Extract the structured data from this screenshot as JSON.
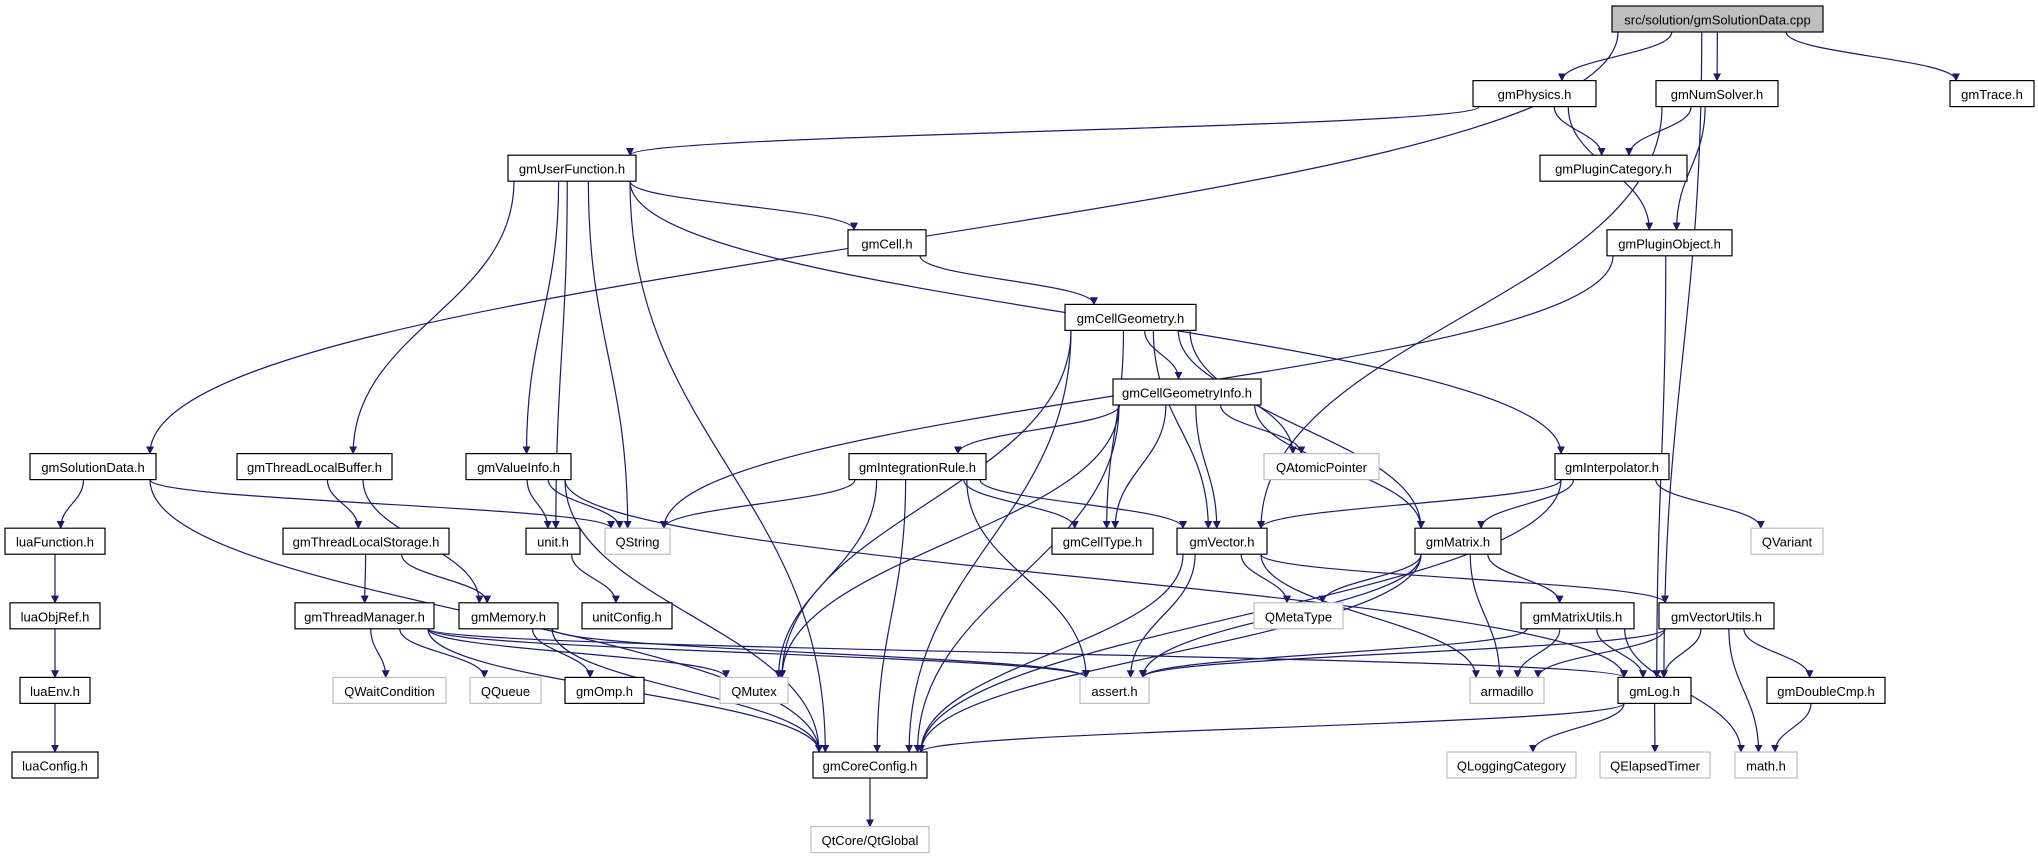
{
  "graph": {
    "edge_color": "#191970",
    "external_border_color": "#bfbfbf",
    "root_fill_color": "#bfbfbf",
    "nodes": [
      {
        "label": "src/solution/gmSolutionData.cpp",
        "kind": "root"
      },
      {
        "label": "gmPhysics.h",
        "kind": "documented"
      },
      {
        "label": "gmNumSolver.h",
        "kind": "documented"
      },
      {
        "label": "gmTrace.h",
        "kind": "documented"
      },
      {
        "label": "gmUserFunction.h",
        "kind": "documented"
      },
      {
        "label": "gmPluginCategory.h",
        "kind": "documented"
      },
      {
        "label": "gmCell.h",
        "kind": "documented"
      },
      {
        "label": "gmPluginObject.h",
        "kind": "documented"
      },
      {
        "label": "gmCellGeometry.h",
        "kind": "documented"
      },
      {
        "label": "gmCellGeometryInfo.h",
        "kind": "documented"
      },
      {
        "label": "gmSolutionData.h",
        "kind": "documented"
      },
      {
        "label": "gmThreadLocalBuffer.h",
        "kind": "documented"
      },
      {
        "label": "gmValueInfo.h",
        "kind": "documented"
      },
      {
        "label": "gmIntegrationRule.h",
        "kind": "documented"
      },
      {
        "label": "QAtomicPointer",
        "kind": "external"
      },
      {
        "label": "gmInterpolator.h",
        "kind": "documented"
      },
      {
        "label": "luaFunction.h",
        "kind": "documented"
      },
      {
        "label": "gmThreadLocalStorage.h",
        "kind": "documented"
      },
      {
        "label": "unit.h",
        "kind": "documented"
      },
      {
        "label": "QString",
        "kind": "external"
      },
      {
        "label": "gmCellType.h",
        "kind": "documented"
      },
      {
        "label": "gmVector.h",
        "kind": "documented"
      },
      {
        "label": "gmMatrix.h",
        "kind": "documented"
      },
      {
        "label": "QVariant",
        "kind": "external"
      },
      {
        "label": "luaObjRef.h",
        "kind": "documented"
      },
      {
        "label": "gmThreadManager.h",
        "kind": "documented"
      },
      {
        "label": "gmMemory.h",
        "kind": "documented"
      },
      {
        "label": "unitConfig.h",
        "kind": "documented"
      },
      {
        "label": "QMetaType",
        "kind": "external"
      },
      {
        "label": "gmMatrixUtils.h",
        "kind": "documented"
      },
      {
        "label": "gmVectorUtils.h",
        "kind": "documented"
      },
      {
        "label": "luaEnv.h",
        "kind": "documented"
      },
      {
        "label": "QWaitCondition",
        "kind": "external"
      },
      {
        "label": "QQueue",
        "kind": "external"
      },
      {
        "label": "gmOmp.h",
        "kind": "documented"
      },
      {
        "label": "QMutex",
        "kind": "external"
      },
      {
        "label": "assert.h",
        "kind": "external"
      },
      {
        "label": "armadillo",
        "kind": "external"
      },
      {
        "label": "gmLog.h",
        "kind": "documented"
      },
      {
        "label": "gmDoubleCmp.h",
        "kind": "documented"
      },
      {
        "label": "luaConfig.h",
        "kind": "documented"
      },
      {
        "label": "gmCoreConfig.h",
        "kind": "documented"
      },
      {
        "label": "QLoggingCategory",
        "kind": "external"
      },
      {
        "label": "QElapsedTimer",
        "kind": "external"
      },
      {
        "label": "math.h",
        "kind": "external"
      },
      {
        "label": "QtCore/QtGlobal",
        "kind": "external"
      }
    ],
    "edges": [
      [
        "src/solution/gmSolutionData.cpp",
        "gmSolutionData.h"
      ],
      [
        "src/solution/gmSolutionData.cpp",
        "gmPhysics.h"
      ],
      [
        "src/solution/gmSolutionData.cpp",
        "gmNumSolver.h"
      ],
      [
        "src/solution/gmSolutionData.cpp",
        "gmTrace.h"
      ],
      [
        "src/solution/gmSolutionData.cpp",
        "gmLog.h"
      ],
      [
        "gmPhysics.h",
        "gmUserFunction.h"
      ],
      [
        "gmPhysics.h",
        "gmPluginCategory.h"
      ],
      [
        "gmPhysics.h",
        "gmPluginObject.h"
      ],
      [
        "gmNumSolver.h",
        "gmPluginCategory.h"
      ],
      [
        "gmNumSolver.h",
        "gmPluginObject.h"
      ],
      [
        "gmNumSolver.h",
        "gmVector.h"
      ],
      [
        "gmUserFunction.h",
        "gmCell.h"
      ],
      [
        "gmUserFunction.h",
        "gmInterpolator.h"
      ],
      [
        "gmUserFunction.h",
        "gmValueInfo.h"
      ],
      [
        "gmUserFunction.h",
        "gmThreadLocalBuffer.h"
      ],
      [
        "gmUserFunction.h",
        "unit.h"
      ],
      [
        "gmUserFunction.h",
        "QString"
      ],
      [
        "gmUserFunction.h",
        "gmCoreConfig.h"
      ],
      [
        "gmPluginObject.h",
        "QString"
      ],
      [
        "gmPluginObject.h",
        "gmLog.h"
      ],
      [
        "gmCell.h",
        "gmCellGeometry.h"
      ],
      [
        "gmCellGeometry.h",
        "gmCellGeometryInfo.h"
      ],
      [
        "gmCellGeometry.h",
        "QAtomicPointer"
      ],
      [
        "gmCellGeometry.h",
        "gmVector.h"
      ],
      [
        "gmCellGeometry.h",
        "gmMatrix.h"
      ],
      [
        "gmCellGeometry.h",
        "gmCellType.h"
      ],
      [
        "gmCellGeometry.h",
        "QMutex"
      ],
      [
        "gmCellGeometry.h",
        "gmCoreConfig.h"
      ],
      [
        "gmCellGeometryInfo.h",
        "gmIntegrationRule.h"
      ],
      [
        "gmCellGeometryInfo.h",
        "QAtomicPointer"
      ],
      [
        "gmCellGeometryInfo.h",
        "gmCellType.h"
      ],
      [
        "gmCellGeometryInfo.h",
        "gmVector.h"
      ],
      [
        "gmCellGeometryInfo.h",
        "gmMatrix.h"
      ],
      [
        "gmCellGeometryInfo.h",
        "QMutex"
      ],
      [
        "gmCellGeometryInfo.h",
        "gmCoreConfig.h"
      ],
      [
        "gmSolutionData.h",
        "luaFunction.h"
      ],
      [
        "gmSolutionData.h",
        "QString"
      ],
      [
        "gmSolutionData.h",
        "gmCoreConfig.h"
      ],
      [
        "gmThreadLocalBuffer.h",
        "gmThreadLocalStorage.h"
      ],
      [
        "gmThreadLocalBuffer.h",
        "gmMemory.h"
      ],
      [
        "gmValueInfo.h",
        "unit.h"
      ],
      [
        "gmValueInfo.h",
        "QString"
      ],
      [
        "gmValueInfo.h",
        "gmCoreConfig.h"
      ],
      [
        "gmValueInfo.h",
        "gmLog.h"
      ],
      [
        "gmIntegrationRule.h",
        "QString"
      ],
      [
        "gmIntegrationRule.h",
        "gmCellType.h"
      ],
      [
        "gmIntegrationRule.h",
        "gmVector.h"
      ],
      [
        "gmIntegrationRule.h",
        "QMutex"
      ],
      [
        "gmIntegrationRule.h",
        "assert.h"
      ],
      [
        "gmIntegrationRule.h",
        "gmCoreConfig.h"
      ],
      [
        "gmInterpolator.h",
        "gmVector.h"
      ],
      [
        "gmInterpolator.h",
        "gmMatrix.h"
      ],
      [
        "gmInterpolator.h",
        "QVariant"
      ],
      [
        "gmInterpolator.h",
        "gmCoreConfig.h"
      ],
      [
        "luaFunction.h",
        "luaObjRef.h"
      ],
      [
        "luaObjRef.h",
        "luaEnv.h"
      ],
      [
        "luaEnv.h",
        "luaConfig.h"
      ],
      [
        "gmThreadLocalStorage.h",
        "gmThreadManager.h"
      ],
      [
        "gmThreadLocalStorage.h",
        "gmMemory.h"
      ],
      [
        "unit.h",
        "unitConfig.h"
      ],
      [
        "gmVector.h",
        "QMetaType"
      ],
      [
        "gmVector.h",
        "assert.h"
      ],
      [
        "gmVector.h",
        "armadillo"
      ],
      [
        "gmVector.h",
        "gmVectorUtils.h"
      ],
      [
        "gmVector.h",
        "gmCoreConfig.h"
      ],
      [
        "gmMatrix.h",
        "QMetaType"
      ],
      [
        "gmMatrix.h",
        "gmMatrixUtils.h"
      ],
      [
        "gmMatrix.h",
        "armadillo"
      ],
      [
        "gmMatrix.h",
        "assert.h"
      ],
      [
        "gmMatrix.h",
        "gmCoreConfig.h"
      ],
      [
        "gmThreadManager.h",
        "QWaitCondition"
      ],
      [
        "gmThreadManager.h",
        "QQueue"
      ],
      [
        "gmThreadManager.h",
        "QMutex"
      ],
      [
        "gmThreadManager.h",
        "assert.h"
      ],
      [
        "gmThreadManager.h",
        "gmLog.h"
      ],
      [
        "gmThreadManager.h",
        "gmCoreConfig.h"
      ],
      [
        "gmMemory.h",
        "gmOmp.h"
      ],
      [
        "gmMemory.h",
        "assert.h"
      ],
      [
        "gmMemory.h",
        "gmCoreConfig.h"
      ],
      [
        "gmMatrixUtils.h",
        "assert.h"
      ],
      [
        "gmMatrixUtils.h",
        "armadillo"
      ],
      [
        "gmMatrixUtils.h",
        "gmLog.h"
      ],
      [
        "gmMatrixUtils.h",
        "math.h"
      ],
      [
        "gmVectorUtils.h",
        "assert.h"
      ],
      [
        "gmVectorUtils.h",
        "armadillo"
      ],
      [
        "gmVectorUtils.h",
        "gmLog.h"
      ],
      [
        "gmVectorUtils.h",
        "gmDoubleCmp.h"
      ],
      [
        "gmVectorUtils.h",
        "math.h"
      ],
      [
        "gmLog.h",
        "gmCoreConfig.h"
      ],
      [
        "gmLog.h",
        "QLoggingCategory"
      ],
      [
        "gmLog.h",
        "QElapsedTimer"
      ],
      [
        "gmDoubleCmp.h",
        "math.h"
      ],
      [
        "gmCoreConfig.h",
        "QtCore/QtGlobal"
      ]
    ]
  }
}
